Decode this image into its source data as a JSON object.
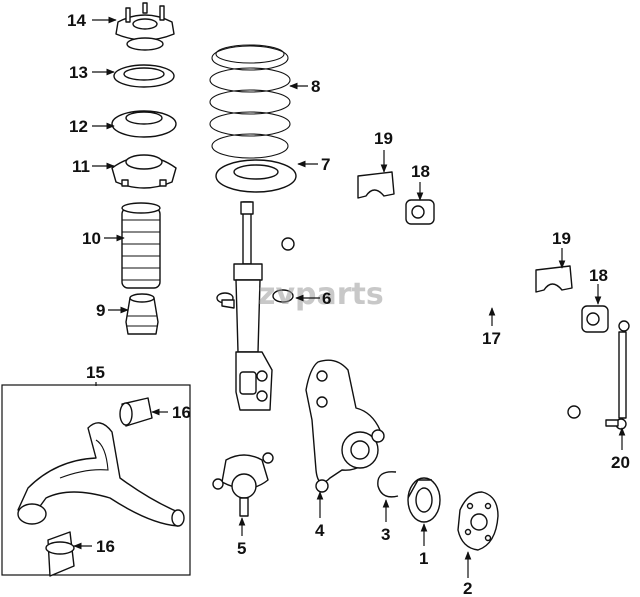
{
  "callouts": {
    "c1": "1",
    "c2": "2",
    "c3": "3",
    "c4": "4",
    "c5": "5",
    "c6": "6",
    "c7": "7",
    "c8": "8",
    "c9": "9",
    "c10": "10",
    "c11": "11",
    "c12": "12",
    "c13": "13",
    "c14": "14",
    "c15": "15",
    "c16a": "16",
    "c16b": "16",
    "c17": "17",
    "c18a": "18",
    "c18b": "18",
    "c19a": "19",
    "c19b": "19",
    "c20": "20"
  },
  "watermark": "zvparts",
  "colors": {
    "line": "#111111",
    "background": "#ffffff",
    "watermark": "#9a9a9a"
  }
}
